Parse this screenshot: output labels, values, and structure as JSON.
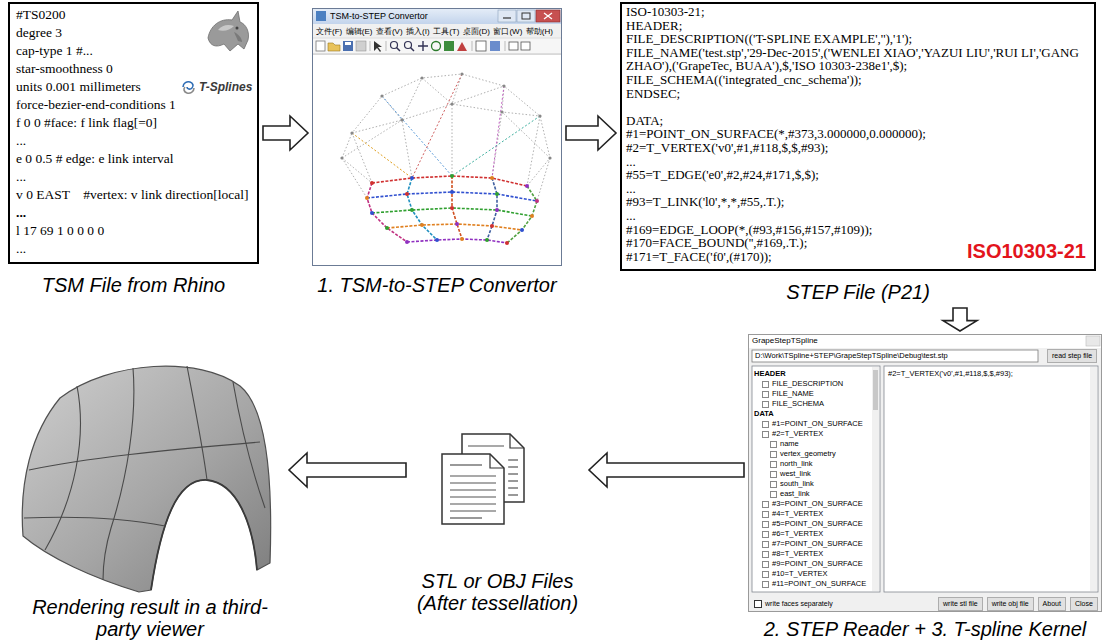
{
  "diagram": {
    "nodes": [
      {
        "text": [
          "#TS0200",
          "degree 3",
          "cap-type 1 #...",
          "star-smoothness 0",
          "units 0.001 millimeters",
          "force-bezier-end-conditions 1",
          "f 0 0 #face: f link flag[=0]",
          "...",
          "e 0 0.5 # edge: e link interval",
          "...",
          "v 0 EAST    #vertex: v link direction[local]",
          "...",
          "l 17 69 1 0 0 0 0",
          "...",
          "T-Splines",
          "TSM File from Rhino"
        ]
      },
      {
        "text": [
          "TSM-to-STEP Convertor",
          "文件(F)",
          "编辑(E)",
          "查看(V)",
          "插入(I)",
          "工具(T)",
          "桌面(D)",
          "窗口(W)",
          "帮助(H)",
          "1. TSM-to-STEP Convertor"
        ]
      },
      {
        "text": [
          "ISO-10303-21;",
          "HEADER;",
          "FILE_DESCRIPTION(('T-SPLINE EXAMPLE',''),'1');",
          "FILE_NAME('test.stp','29-Dec-2015',('WENLEI XIAO','YAZUI LIU','RUI LI','GANG ZHAO'),('GrapeTec, BUAA'),$,'ISO 10303-238e1',$);",
          "FILE_SCHEMA(('integrated_cnc_schema'));",
          "ENDSEC;",
          "DATA;",
          "#1=POINT_ON_SURFACE(*,#373,3.000000,0.000000);",
          "#2=T_VERTEX('v0',#1,#118,$,$,#93);",
          "...",
          "#55=T_EDGE('e0',#2,#24,#171,$,$);",
          "...",
          "#93=T_LINK('l0',*,*,#55,.T.);",
          "...",
          "#169=EDGE_LOOP(*,(#93,#156,#157,#109));",
          "#170=FACE_BOUND('',#169,.T.);",
          "#171=T_FACE('f0',(#170));",
          "ISO10303-21",
          "STEP File (P21)"
        ]
      },
      {
        "text": [
          "GrapeStepTSpline",
          "D:\\Work\\TSpline+STEP\\GrapeStepTSpline\\Debug\\test.stp",
          "read step file",
          "HEADER",
          "FILE_DESCRIPTION",
          "FILE_NAME",
          "FILE_SCHEMA",
          "DATA",
          "#1=POINT_ON_SURFACE",
          "#2=T_VERTEX",
          "name",
          "vertex_geometry",
          "north_link",
          "west_link",
          "south_link",
          "east_link",
          "#3=POINT_ON_SURFACE",
          "#4=T_VERTEX",
          "#5=POINT_ON_SURFACE",
          "#6=T_VERTEX",
          "#7=POINT_ON_SURFACE",
          "#8=T_VERTEX",
          "#9=POINT_ON_SURFACE",
          "#10=T_VERTEX",
          "#11=POINT_ON_SURFACE",
          "#2=T_VERTEX('v0',#1,#118,$,$,#93);",
          "write faces separately",
          "write stl file",
          "write obj file",
          "About",
          "Close",
          "2. STEP Reader + 3. T-spline Kernel"
        ]
      },
      {
        "text": [
          "STL or OBJ Files (After tessellation)"
        ]
      },
      {
        "text": [
          "Rendering result in a third-party viewer"
        ]
      }
    ],
    "edges": [
      {
        "from": 0,
        "to": 1,
        "arrow": "to"
      },
      {
        "from": 1,
        "to": 2,
        "arrow": "to"
      },
      {
        "from": 2,
        "to": 3,
        "arrow": "to"
      },
      {
        "from": 3,
        "to": 4,
        "arrow": "to"
      },
      {
        "from": 4,
        "to": 5,
        "arrow": "to"
      }
    ]
  }
}
